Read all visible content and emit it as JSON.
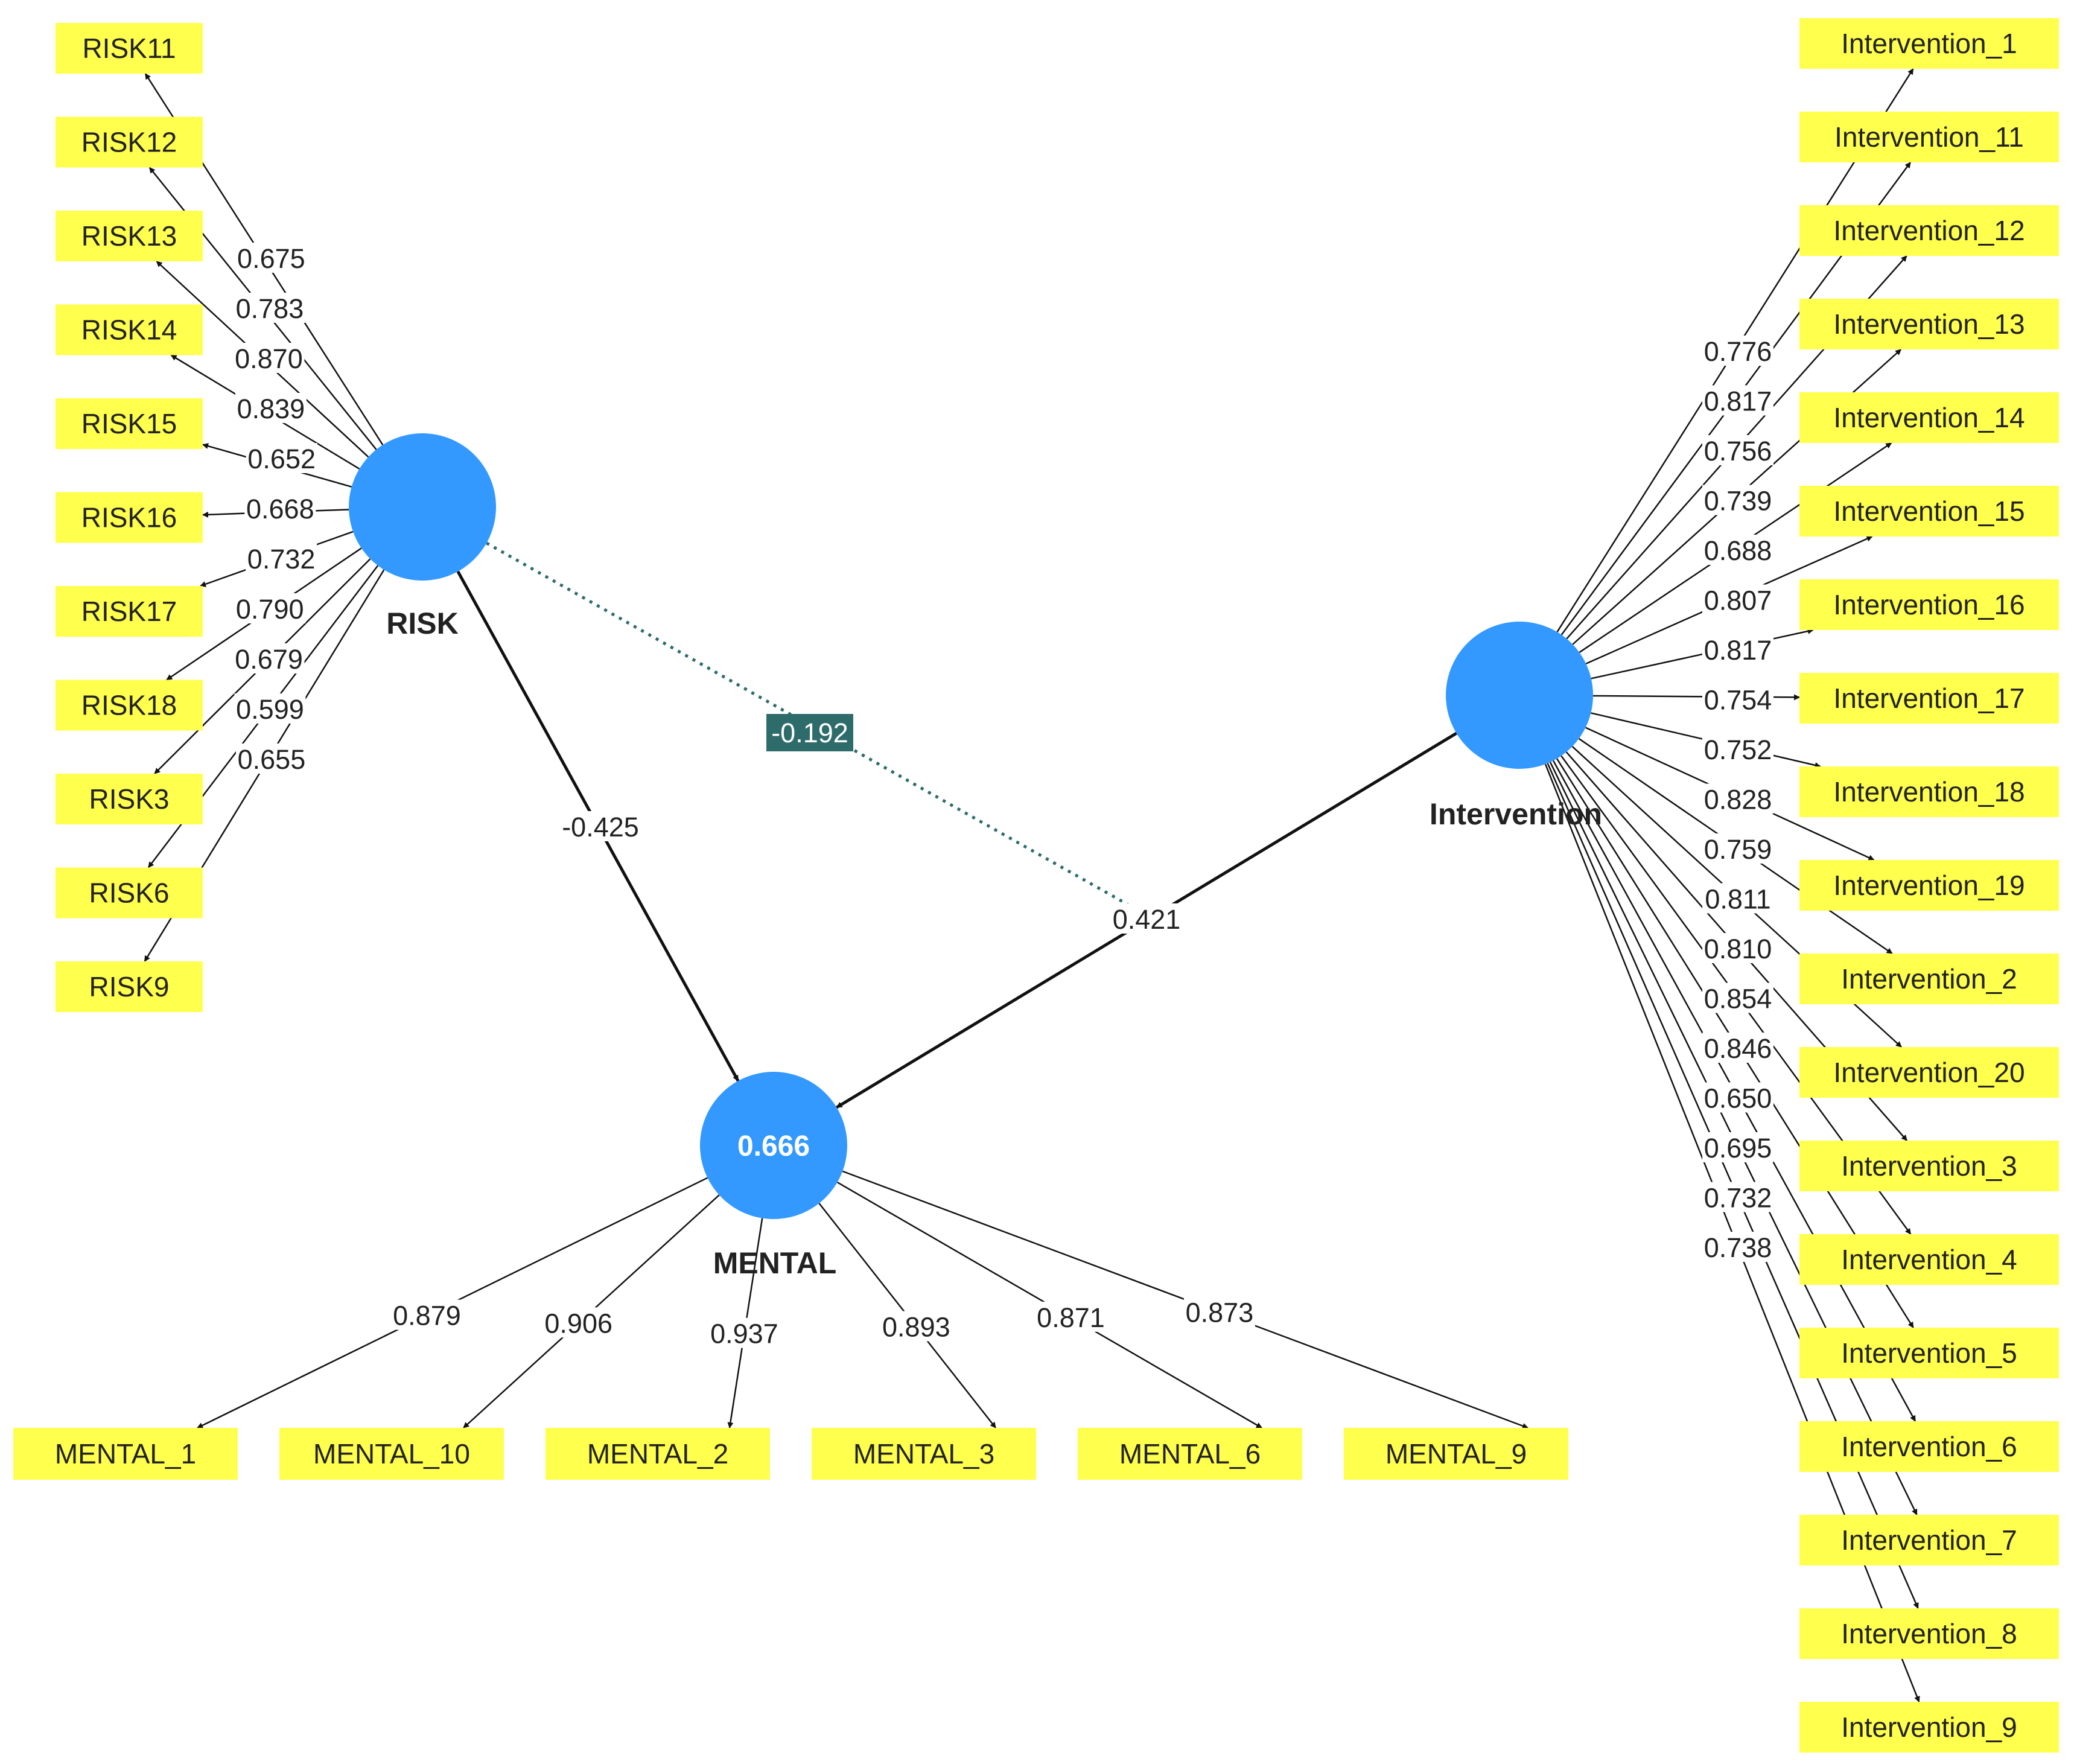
{
  "colors": {
    "latent": "#3399ff",
    "indicator": "#ffff4d",
    "line": "#111111",
    "moderation": "#2e6b6b",
    "label_bg": "#ffffff"
  },
  "latent": {
    "risk": {
      "name": "RISK"
    },
    "intervention": {
      "name": "Intervention"
    },
    "mental": {
      "name": "MENTAL",
      "r2": "0.666"
    }
  },
  "paths": {
    "risk_mental": "-0.425",
    "intervention_mental": "0.421",
    "moderation": "-0.192"
  },
  "risk_indicators": [
    {
      "label": "RISK11",
      "loading": "0.675"
    },
    {
      "label": "RISK12",
      "loading": "0.783"
    },
    {
      "label": "RISK13",
      "loading": "0.870"
    },
    {
      "label": "RISK14",
      "loading": "0.839"
    },
    {
      "label": "RISK15",
      "loading": "0.652"
    },
    {
      "label": "RISK16",
      "loading": "0.668"
    },
    {
      "label": "RISK17",
      "loading": "0.732"
    },
    {
      "label": "RISK18",
      "loading": "0.790"
    },
    {
      "label": "RISK3",
      "loading": "0.679"
    },
    {
      "label": "RISK6",
      "loading": "0.599"
    },
    {
      "label": "RISK9",
      "loading": "0.655"
    }
  ],
  "intervention_indicators": [
    {
      "label": "Intervention_1",
      "loading": "0.776"
    },
    {
      "label": "Intervention_11",
      "loading": "0.817"
    },
    {
      "label": "Intervention_12",
      "loading": "0.756"
    },
    {
      "label": "Intervention_13",
      "loading": "0.739"
    },
    {
      "label": "Intervention_14",
      "loading": "0.688"
    },
    {
      "label": "Intervention_15",
      "loading": "0.807"
    },
    {
      "label": "Intervention_16",
      "loading": "0.817"
    },
    {
      "label": "Intervention_17",
      "loading": "0.754"
    },
    {
      "label": "Intervention_18",
      "loading": "0.752"
    },
    {
      "label": "Intervention_19",
      "loading": "0.828"
    },
    {
      "label": "Intervention_2",
      "loading": "0.759"
    },
    {
      "label": "Intervention_20",
      "loading": "0.811"
    },
    {
      "label": "Intervention_3",
      "loading": "0.810"
    },
    {
      "label": "Intervention_4",
      "loading": "0.854"
    },
    {
      "label": "Intervention_5",
      "loading": "0.846"
    },
    {
      "label": "Intervention_6",
      "loading": "0.650"
    },
    {
      "label": "Intervention_7",
      "loading": "0.695"
    },
    {
      "label": "Intervention_8",
      "loading": "0.732"
    },
    {
      "label": "Intervention_9",
      "loading": "0.738"
    }
  ],
  "mental_indicators": [
    {
      "label": "MENTAL_1",
      "loading": "0.879"
    },
    {
      "label": "MENTAL_10",
      "loading": "0.906"
    },
    {
      "label": "MENTAL_2",
      "loading": "0.937"
    },
    {
      "label": "MENTAL_3",
      "loading": "0.893"
    },
    {
      "label": "MENTAL_6",
      "loading": "0.871"
    },
    {
      "label": "MENTAL_9",
      "loading": "0.873"
    }
  ]
}
